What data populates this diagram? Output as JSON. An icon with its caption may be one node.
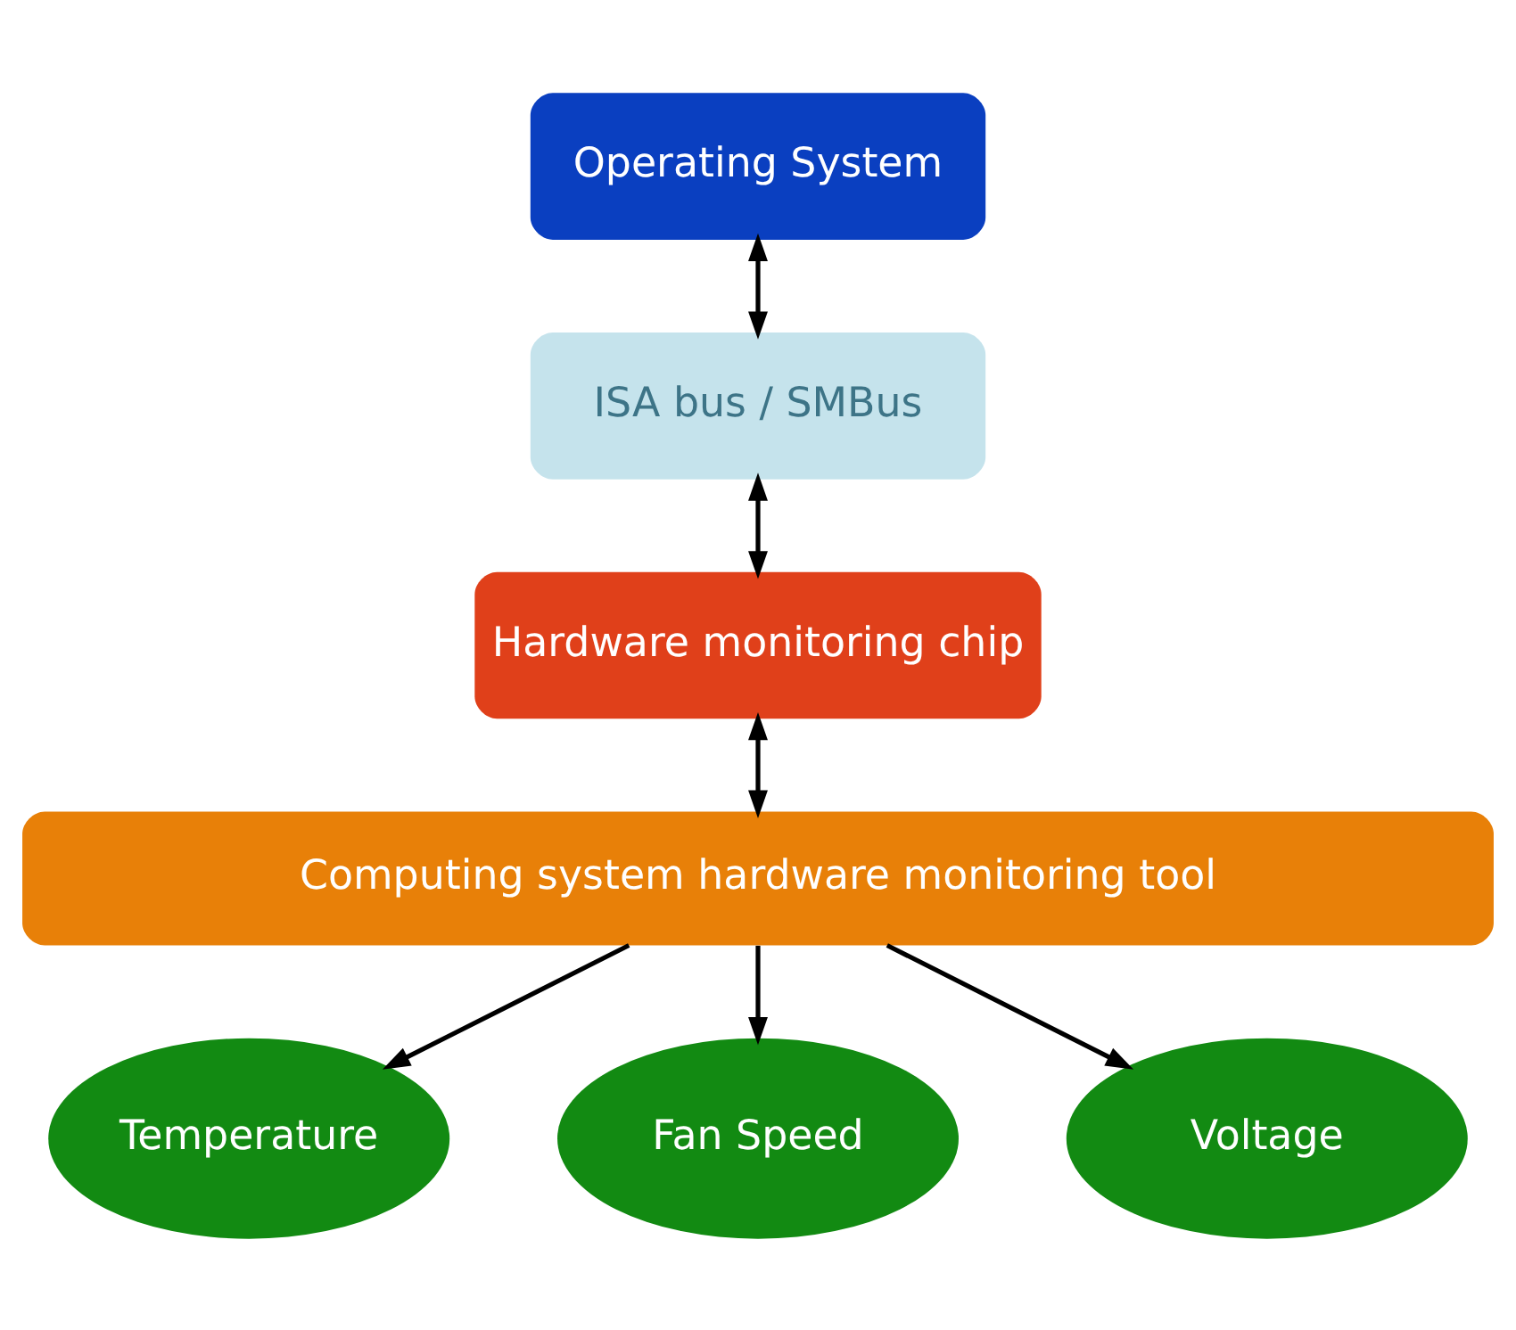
{
  "diagram": {
    "nodes": [
      {
        "text": [
          "Operating System"
        ]
      },
      {
        "text": [
          "ISA bus / SMBus"
        ]
      },
      {
        "text": [
          "Hardware monitoring chip"
        ]
      },
      {
        "text": [
          "Computing system hardware monitoring tool"
        ]
      },
      {
        "text": [
          "Temperature"
        ]
      },
      {
        "text": [
          "Fan Speed"
        ]
      },
      {
        "text": [
          "Voltage"
        ]
      }
    ],
    "edges": [
      {
        "from": 0,
        "to": 1,
        "arrow": "both"
      },
      {
        "from": 1,
        "to": 2,
        "arrow": "both"
      },
      {
        "from": 2,
        "to": 3,
        "arrow": "both"
      },
      {
        "from": 3,
        "to": 4,
        "arrow": "to"
      },
      {
        "from": 3,
        "to": 5,
        "arrow": "to"
      },
      {
        "from": 3,
        "to": 6,
        "arrow": "to"
      }
    ]
  }
}
